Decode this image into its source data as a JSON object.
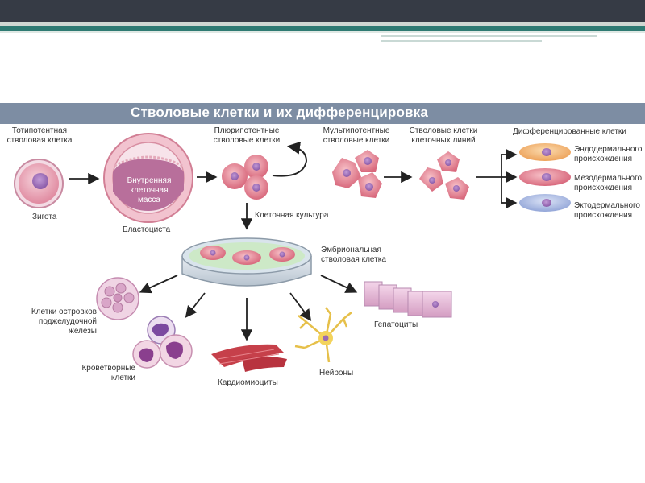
{
  "slide": {
    "title": "Стволовые клетки и их дифференцировка"
  },
  "labels": {
    "totipotent": [
      "Тотипотентная",
      "стволовая клетка"
    ],
    "pluripotent": [
      "Плюрипотентные",
      "стволовые клетки"
    ],
    "multipotent": [
      "Мультипотентные",
      "стволовые клетки"
    ],
    "lineage": [
      "Стволовые клетки",
      "клеточных линий"
    ],
    "differentiated": "Дифференцированные клетки",
    "zygote": "Зигота",
    "inner_mass": [
      "Внутренняя",
      "клеточная",
      "масса"
    ],
    "blastocyst": "Бластоциста",
    "culture": "Клеточная культура",
    "endo": [
      "Эндодермального",
      "происхождения"
    ],
    "meso": [
      "Мезодермального",
      "происхождения"
    ],
    "ecto": [
      "Эктодермального",
      "происхождения"
    ],
    "embryonic": [
      "Эмбриональная",
      "стволовая клетка"
    ],
    "islets": [
      "Клетки островков",
      "поджелудочной железы"
    ],
    "hepatocytes": "Гепатоциты",
    "blood": [
      "Кроветворные",
      "клетки"
    ],
    "cardio": "Кардиомиоциты",
    "neurons": "Нейроны"
  }
}
